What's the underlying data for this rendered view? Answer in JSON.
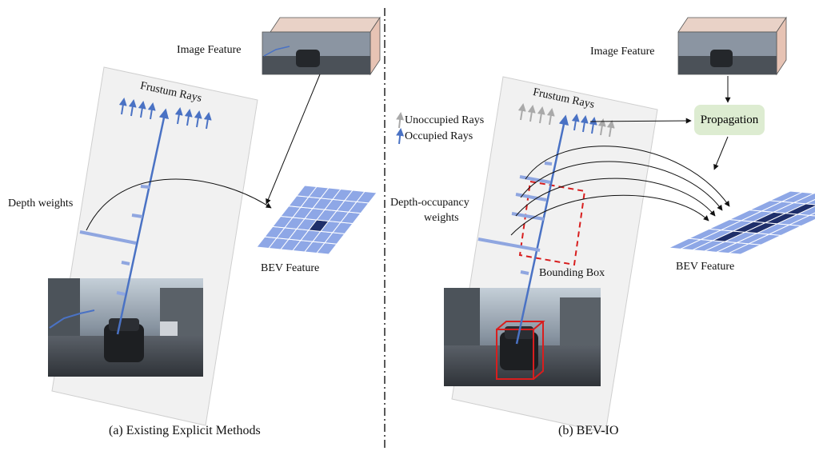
{
  "colors": {
    "ray_blue": "#4a72c4",
    "ray_gray": "#a9a9a9",
    "bev_cell": "#8ea7e6",
    "bev_grid": "#ffffff",
    "bev_dark": "#1f2f6a",
    "bbox_red": "#d81e1e",
    "propagation_bg": "#ddecd1",
    "panel_bg": "#f1f1f1"
  },
  "left_panel": {
    "image_feature_label": "Image Feature",
    "frustum_rays_label": "Frustum Rays",
    "depth_weights_label": "Depth weights",
    "bev_feature_label": "BEV Feature",
    "caption": "(a) Existing Explicit Methods"
  },
  "right_panel": {
    "image_feature_label": "Image Feature",
    "frustum_rays_label": "Frustum Rays",
    "legend_unoccupied": "Unoccupied Rays",
    "legend_occupied": "Occupied Rays",
    "depth_occupancy_label_line1": "Depth-occupancy",
    "depth_occupancy_label_line2": "weights",
    "propagation_label": "Propagation",
    "bounding_box_label": "Bounding Box",
    "bev_feature_label": "BEV Feature",
    "caption": "(b) BEV-IO"
  },
  "icons": [
    "camera-image-photo",
    "feature-cube-icon",
    "bev-grid-icon",
    "bounding-box-3d-icon"
  ]
}
